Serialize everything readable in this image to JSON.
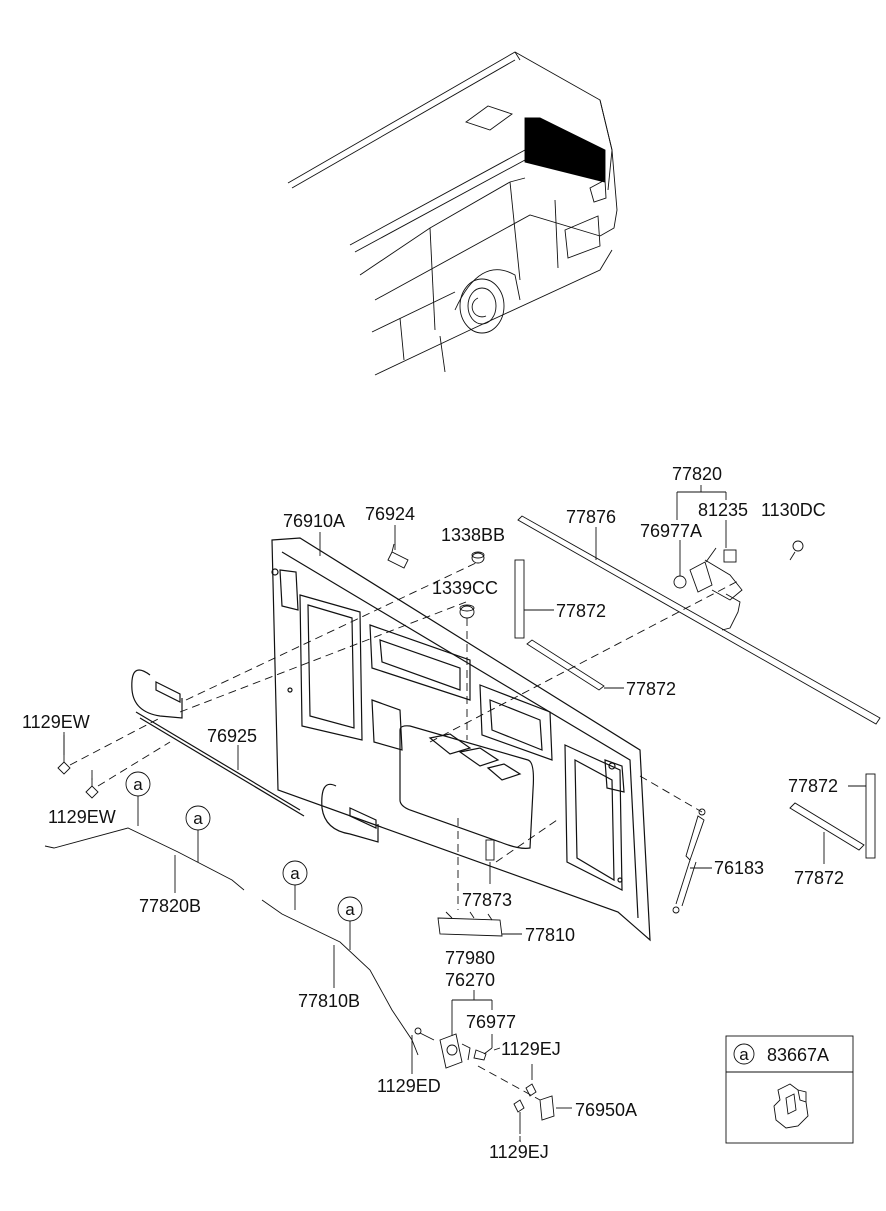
{
  "diagram": {
    "parts": {
      "p77820": "77820",
      "p81235": "81235",
      "p1130DC": "1130DC",
      "p76910A": "76910A",
      "p76924": "76924",
      "p1338BB": "1338BB",
      "p77876": "77876",
      "p76977A": "76977A",
      "p1339CC": "1339CC",
      "p77872_a": "77872",
      "p77872_b": "77872",
      "p77872_c": "77872",
      "p77872_d": "77872",
      "p1129EW_a": "1129EW",
      "p1129EW_b": "1129EW",
      "p76925": "76925",
      "p77820B": "77820B",
      "p76183": "76183",
      "p77873": "77873",
      "p77810": "77810",
      "p77980": "77980",
      "p76270": "76270",
      "p77810B": "77810B",
      "p76977": "76977",
      "p1129EJ_a": "1129EJ",
      "p1129EJ_b": "1129EJ",
      "p1129ED": "1129ED",
      "p76950A": "76950A"
    },
    "callout_marker": "a",
    "legend": {
      "marker": "a",
      "part": "83667A"
    }
  }
}
